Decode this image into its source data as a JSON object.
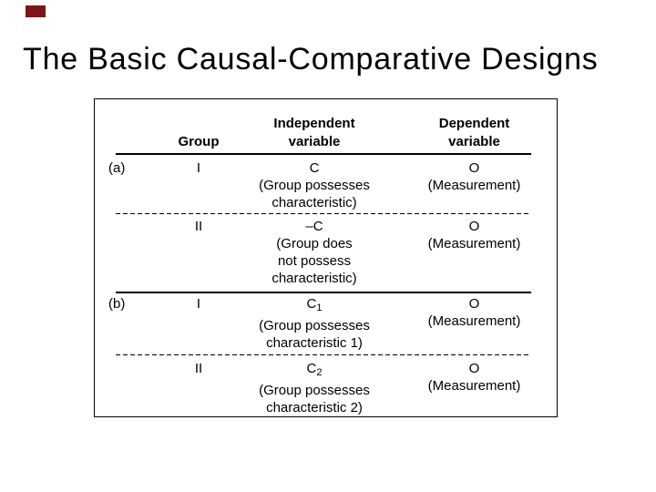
{
  "slide": {
    "title": "The Basic Causal-Comparative Designs",
    "background_color": "#ffffff",
    "text_color": "#000000",
    "accent_color": "#7d1416"
  },
  "table": {
    "headers": {
      "group": "Group",
      "independent_line1": "Independent",
      "independent_line2": "variable",
      "dependent_line1": "Dependent",
      "dependent_line2": "variable"
    },
    "sections": [
      {
        "label": "(a)",
        "rows": [
          {
            "group": "I",
            "iv_symbol": "C",
            "iv_desc": [
              "(Group possesses",
              "characteristic)"
            ],
            "dv_symbol": "O",
            "dv_desc": [
              "(Measurement)"
            ]
          },
          {
            "group": "II",
            "iv_symbol": "–C",
            "iv_desc": [
              "(Group does",
              "not possess",
              "characteristic)"
            ],
            "dv_symbol": "O",
            "dv_desc": [
              "(Measurement)"
            ]
          }
        ]
      },
      {
        "label": "(b)",
        "rows": [
          {
            "group": "I",
            "iv_symbol": "C",
            "iv_sub": "1",
            "iv_desc": [
              "(Group possesses",
              "characteristic 1)"
            ],
            "dv_symbol": "O",
            "dv_desc": [
              "(Measurement)"
            ]
          },
          {
            "group": "II",
            "iv_symbol": "C",
            "iv_sub": "2",
            "iv_desc": [
              "(Group possesses",
              "characteristic 2)"
            ],
            "dv_symbol": "O",
            "dv_desc": [
              "(Measurement)"
            ]
          }
        ]
      }
    ]
  }
}
